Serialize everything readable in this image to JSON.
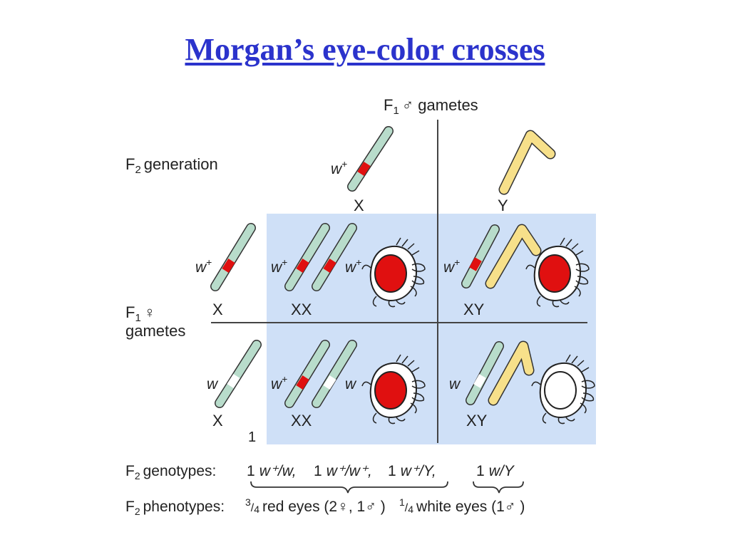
{
  "slide": {
    "title": "Morgan’s eye-color crosses"
  },
  "labels": {
    "f1_male_gametes": {
      "prefix": "F",
      "sub": "1",
      "symbol": "♂",
      "text": "gametes"
    },
    "f2_generation": {
      "prefix": "F",
      "sub": "2",
      "text": "generation"
    },
    "f1_female": {
      "prefix": "F",
      "sub": "1",
      "symbol": "♀"
    },
    "f1_female_gametes_text": "gametes",
    "col_x": "X",
    "col_y": "Y",
    "row1_x": "X",
    "row2_x": "X",
    "row2_index": "1",
    "allele_wplus": "w",
    "allele_plus_sup": "+",
    "allele_w": "w",
    "cell_xx_1": "XX",
    "cell_xy_1": "XY",
    "cell_xx_2": "XX",
    "cell_xy_2": "XY"
  },
  "genotypes": {
    "prefix": "F",
    "sub": "2",
    "label": "genotypes:",
    "items": [
      {
        "count": "1",
        "text": "w⁺/w,"
      },
      {
        "count": "1",
        "text": "w⁺/w⁺,"
      },
      {
        "count": "1",
        "text": "w⁺/Y,"
      },
      {
        "count": "1",
        "text": "w/Y"
      }
    ]
  },
  "phenotypes": {
    "prefix": "F",
    "sub": "2",
    "label": "phenotypes:",
    "red": {
      "num": "3",
      "den": "4",
      "text": "red eyes (2♀, 1♂ )"
    },
    "white": {
      "num": "1",
      "den": "4",
      "text": "white eyes (1♂ )"
    }
  },
  "colors": {
    "title": "#2b33cc",
    "grid_bg": "#cfe0f7",
    "chromosome_x": "#b8dccb",
    "chromosome_y": "#f7e08a",
    "allele_red": "#e01010",
    "allele_white": "#ffffff",
    "eye_red": "#e01010",
    "eye_white": "#ffffff"
  },
  "punnett": [
    {
      "cell": "XX",
      "eye": "red"
    },
    {
      "cell": "XY",
      "eye": "red"
    },
    {
      "cell": "XX",
      "eye": "red"
    },
    {
      "cell": "XY",
      "eye": "white"
    }
  ]
}
